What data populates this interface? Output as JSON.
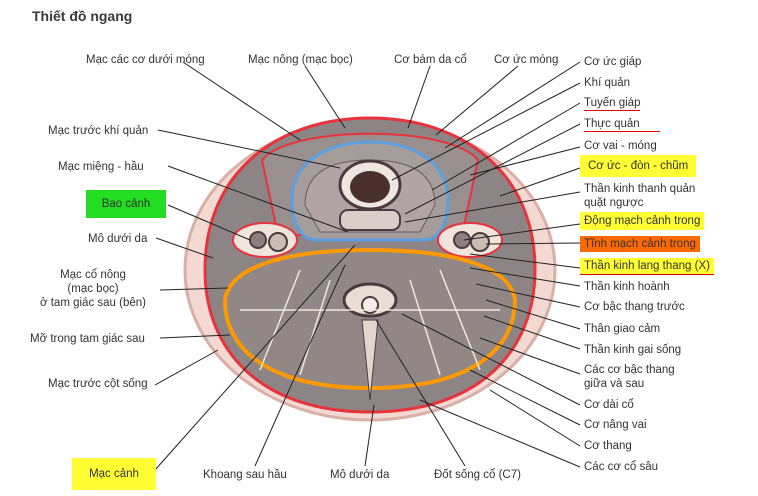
{
  "title": "Thiết đồ ngang",
  "labels_left": [
    "Mạc các cơ dưới móng",
    "Mạc trước khí quản",
    "Mạc miệng - hầu",
    "Bao cảnh",
    "Mô dưới da",
    "Mạc cổ nông\n(mạc bọc)\nở tam giác sau (bên)",
    "Mỡ trong tam giác sau",
    "Mạc trước cột sống",
    "Mạc cảnh"
  ],
  "labels_top": [
    "Mạc nông (mạc bọc)",
    "Cơ bám da cổ",
    "Cơ ức móng"
  ],
  "labels_bottom": [
    "Khoang sau hầu",
    "Mô dưới da",
    "Đốt sống cổ (C7)"
  ],
  "labels_right": [
    "Cơ ức giáp",
    "Khí quản",
    "Tuyến giáp",
    "Thực quản",
    "Cơ vai - móng",
    "Cơ ức - đòn - chũm",
    "Thần kinh thanh quản\nquặt ngược",
    "Động mạch cảnh trong",
    "Tĩnh mạch cảnh trong",
    "Thần kinh lang thang (X)",
    "Thần kinh hoành",
    "Cơ bậc thang trước",
    "Thân giao cảm",
    "Thần kinh gai sống",
    "Các cơ bậc thang\ngiữa và sau",
    "Cơ dài cổ",
    "Cơ nâng vai",
    "Cơ thang",
    "Các cơ cổ sâu"
  ],
  "colors": {
    "highlight_yellow": "#ffff33",
    "highlight_green": "#22dd22",
    "highlight_orange": "#ff6a00",
    "underline_red": "#e00000",
    "fascia_red": "#e8323c",
    "fascia_orange": "#ff9900",
    "fascia_blue": "#5aa0e0",
    "muscle_gray": "#8a8080"
  }
}
